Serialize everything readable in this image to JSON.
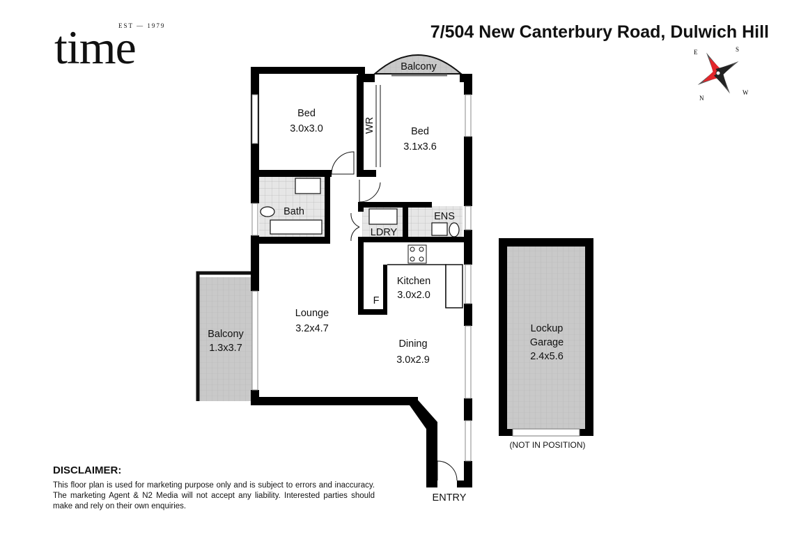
{
  "logo": {
    "wordmark": "time",
    "tagline": "EST — 1979"
  },
  "address": "7/504 New Canterbury Road, Dulwich Hill",
  "compass": {
    "letters": [
      "S",
      "E",
      "W",
      "N"
    ]
  },
  "rooms": [
    {
      "id": "bed1",
      "name": "Bed",
      "size": "3.0x3.0"
    },
    {
      "id": "bed2",
      "name": "Bed",
      "size": "3.1x3.6"
    },
    {
      "id": "wr",
      "name": "WR",
      "size": ""
    },
    {
      "id": "balcony-top",
      "name": "Balcony",
      "size": ""
    },
    {
      "id": "bath",
      "name": "Bath",
      "size": ""
    },
    {
      "id": "ldry",
      "name": "LDRY",
      "size": ""
    },
    {
      "id": "ens",
      "name": "ENS",
      "size": ""
    },
    {
      "id": "kitchen",
      "name": "Kitchen",
      "size": "3.0x2.0"
    },
    {
      "id": "fridge",
      "name": "F",
      "size": ""
    },
    {
      "id": "lounge",
      "name": "Lounge",
      "size": "3.2x4.7"
    },
    {
      "id": "dining",
      "name": "Dining",
      "size": "3.0x2.9"
    },
    {
      "id": "balcony-side",
      "name": "Balcony",
      "size": "1.3x3.7"
    },
    {
      "id": "garage",
      "name": "Lockup Garage",
      "line1": "Lockup",
      "line2": "Garage",
      "size": "2.4x5.6"
    }
  ],
  "notes": {
    "garage_note": "(NOT IN POSITION)",
    "entry": "ENTRY"
  },
  "disclaimer": {
    "title": "DISCLAIMER:",
    "text": "This floor plan is used for marketing purpose only and is subject to errors and inaccuracy. The marketing Agent & N2 Media will not accept any liability. Interested parties should make and rely on their own enquiries."
  },
  "colors": {
    "wall": "#000000",
    "balcony_fill": "#c9c9c9",
    "compass_red": "#e3262b"
  }
}
